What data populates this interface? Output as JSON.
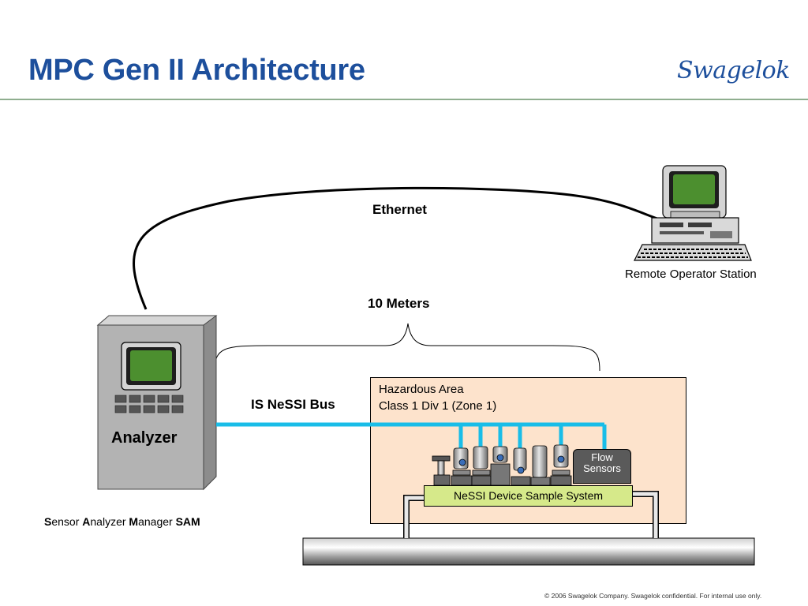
{
  "slide": {
    "title": "MPC Gen II Architecture",
    "logo_text": "Swagelok",
    "footer": "© 2006 Swagelok Company. Swagelok confidential.  For internal use only."
  },
  "diagram": {
    "ethernet_label": "Ethernet",
    "remote_station_label": "Remote Operator Station",
    "distance_label": "10 Meters",
    "bus_label": "IS NeSSI Bus",
    "analyzer_label": "Analyzer",
    "sam_label": {
      "s": "S",
      "ensor": "ensor ",
      "a": "A",
      "nalyzer": "nalyzer ",
      "m": "M",
      "anager": "anager ",
      "acronym": "SAM"
    },
    "hazard_line1": "Hazardous Area",
    "hazard_line2": "Class 1 Div 1 (Zone 1)",
    "flow_sensors_line1": "Flow",
    "flow_sensors_line2": "Sensors",
    "sample_system_label": "NeSSI Device Sample System"
  },
  "colors": {
    "title": "#1d4f9c",
    "bus": "#19bde8",
    "hazard_area": "#fde3cc",
    "sample_system": "#d6e98a",
    "screen": "#4c8f2f",
    "cabinet": "#b3b3b3"
  }
}
